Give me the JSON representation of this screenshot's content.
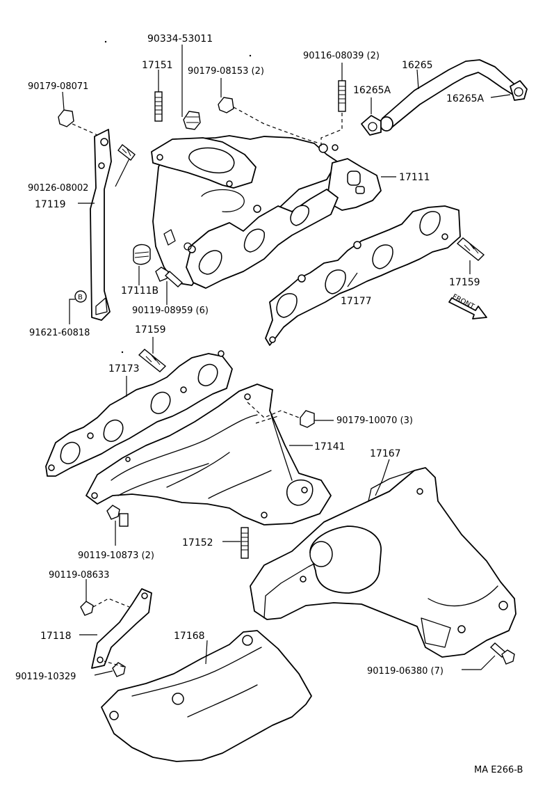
{
  "labels": {
    "p_90334_53011": "90334-53011",
    "p_17151": "17151",
    "p_90179_08153": "90179-08153 (2)",
    "p_90116_08039": "90116-08039 (2)",
    "p_16265": "16265",
    "p_16265A_left": "16265A",
    "p_16265A_right": "16265A",
    "p_90179_08071": "90179-08071",
    "p_17111": "17111",
    "p_90126_08002": "90126-08002",
    "p_17119": "17119",
    "p_17159_right": "17159",
    "p_17111B": "17111B",
    "p_90119_08959": "90119-08959 (6)",
    "p_17177": "17177",
    "p_91621_60818": "91621-60818",
    "p_17159_left": "17159",
    "p_17173": "17173",
    "p_90179_10070": "90179-10070 (3)",
    "p_17141": "17141",
    "p_17167": "17167",
    "p_17152": "17152",
    "p_90119_10873": "90119-10873 (2)",
    "p_90119_08633": "90119-08633",
    "p_17118": "17118",
    "p_17168": "17168",
    "p_90119_10329": "90119-10329",
    "p_90119_06380": "90119-06380 (7)",
    "bubble_b": "B",
    "front_arrow": "FRONT"
  },
  "reference_code": "MA E266-B"
}
